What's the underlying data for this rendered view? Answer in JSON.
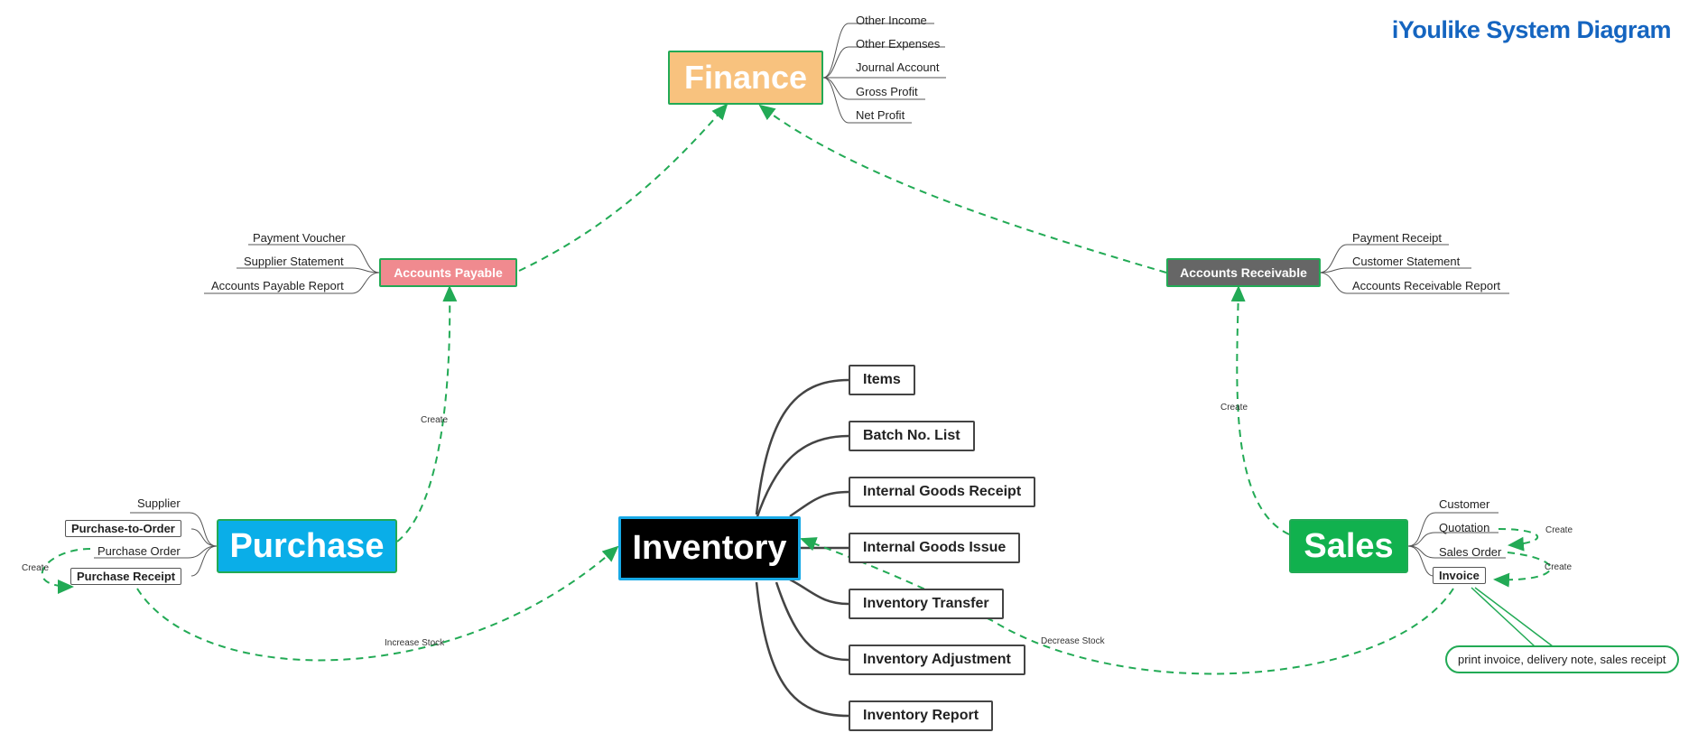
{
  "title": "iYoulike System Diagram",
  "colors": {
    "finance": "#f8c27e",
    "accounts_payable": "#f08a8f",
    "accounts_receivable": "#666666",
    "purchase": "#0aaee8",
    "sales": "#11b14e",
    "inventory": "#000000",
    "inventory_border": "#18a9e6",
    "node_border_green": "#22aa55",
    "connector": "#22aa55",
    "title": "#1565c0"
  },
  "finance": {
    "label": "Finance",
    "items": [
      "Other Income",
      "Other Expenses",
      "Journal Account",
      "Gross Profit",
      "Net Profit"
    ]
  },
  "accounts_payable": {
    "label": "Accounts Payable",
    "items": [
      "Payment Voucher",
      "Supplier Statement",
      "Accounts Payable Report"
    ]
  },
  "accounts_receivable": {
    "label": "Accounts Receivable",
    "items": [
      "Payment Receipt",
      "Customer Statement",
      "Accounts Receivable Report"
    ]
  },
  "purchase": {
    "label": "Purchase",
    "items": [
      "Supplier",
      "Purchase-to-Order",
      "Purchase Order",
      "Purchase Receipt"
    ]
  },
  "sales": {
    "label": "Sales",
    "items": [
      "Customer",
      "Quotation",
      "Sales Order",
      "Invoice"
    ],
    "note": "print invoice, delivery note, sales receipt"
  },
  "inventory": {
    "label": "Inventory",
    "items": [
      "Items",
      "Batch No. List",
      "Internal Goods Receipt",
      "Internal Goods Issue",
      "Inventory Transfer",
      "Inventory Adjustment",
      "Inventory Report"
    ]
  },
  "edge_labels": {
    "purchase_create": "Create",
    "ap_create": "Create",
    "ar_create": "Create",
    "increase_stock": "Increase Stock",
    "decrease_stock": "Decrease Stock",
    "quotation_create": "Create",
    "sales_order_create": "Create"
  }
}
